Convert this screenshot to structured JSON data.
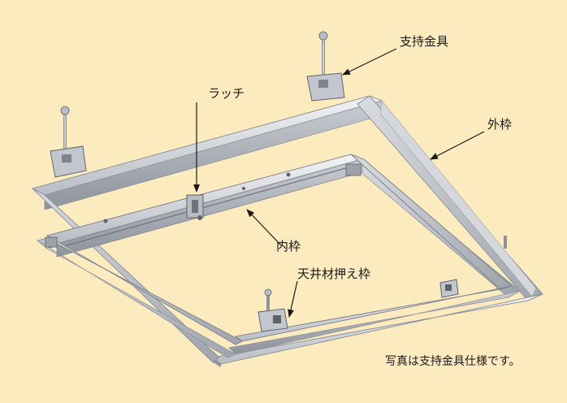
{
  "colors": {
    "background": "#fdebc0",
    "metal_light": "#e4e6ea",
    "metal_mid": "#c3c6cc",
    "metal_dark": "#8e939c",
    "leader_line": "#1a1a1a"
  },
  "labels": {
    "support_bracket": "支持金具",
    "latch": "ラッチ",
    "outer_frame": "外枠",
    "inner_frame": "内枠",
    "ceiling_holder_frame": "天井材押え枠"
  },
  "caption": "写真は支持金具仕様です。"
}
